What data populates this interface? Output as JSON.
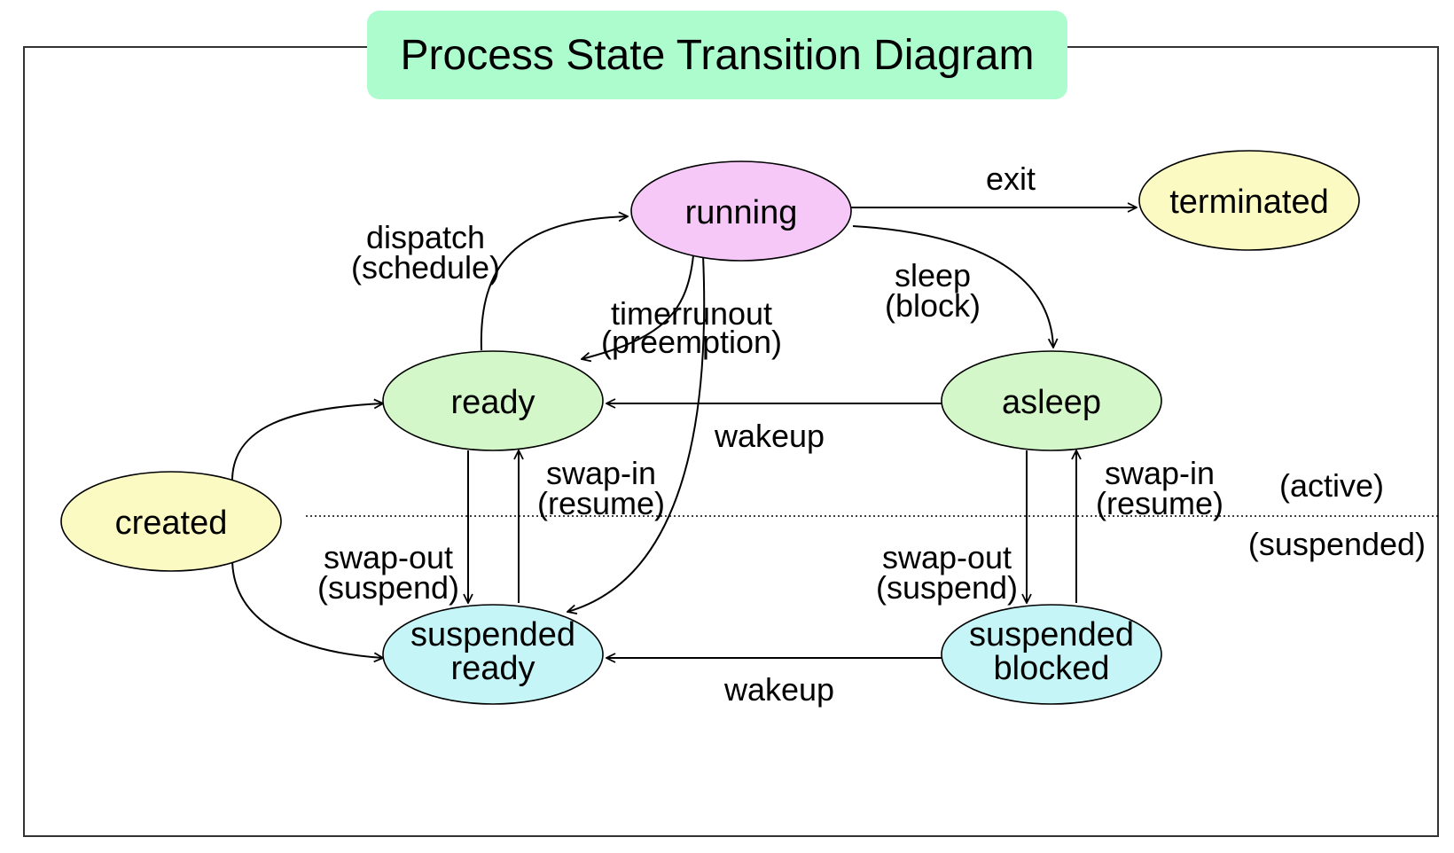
{
  "title": "Process State Transition Diagram",
  "colors": {
    "title_bg": "#adfccd",
    "running": "#f5c8f7",
    "ready": "#d3f7c9",
    "asleep": "#d3f7c9",
    "created": "#fbfac3",
    "terminated": "#fbfac3",
    "suspended_ready": "#c6f5f7",
    "suspended_blocked": "#c6f5f7"
  },
  "nodes": {
    "running": "running",
    "terminated": "terminated",
    "ready": "ready",
    "asleep": "asleep",
    "created": "created",
    "suspended_ready": [
      "suspended",
      "ready"
    ],
    "suspended_blocked": [
      "suspended",
      "blocked"
    ]
  },
  "edge_labels": {
    "exit": "exit",
    "dispatch": [
      "dispatch",
      "(schedule)"
    ],
    "timerrunout": [
      "timerrunout",
      "(preemption)"
    ],
    "sleep": [
      "sleep",
      "(block)"
    ],
    "wakeup_top": "wakeup",
    "wakeup_bottom": "wakeup",
    "swap_in_left": [
      "swap-in",
      "(resume)"
    ],
    "swap_in_right": [
      "swap-in",
      "(resume)"
    ],
    "swap_out_left": [
      "swap-out",
      "(suspend)"
    ],
    "swap_out_right": [
      "swap-out",
      "(suspend)"
    ]
  },
  "regions": {
    "active": "(active)",
    "suspended": "(suspended)"
  }
}
